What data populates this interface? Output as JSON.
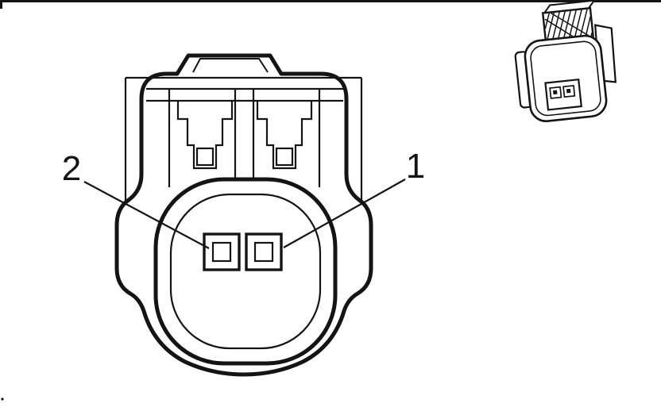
{
  "page": {
    "background": "#ffffff",
    "line_color": "#141414"
  },
  "diagram": {
    "type": "connector-pinout",
    "description": "2-terminal electrical connector, front cavity view with isometric inset view",
    "labels": {
      "pin1": "1",
      "pin2": "2"
    },
    "pins": [
      {
        "id": "1",
        "position": "right-terminal"
      },
      {
        "id": "2",
        "position": "left-terminal"
      }
    ]
  }
}
